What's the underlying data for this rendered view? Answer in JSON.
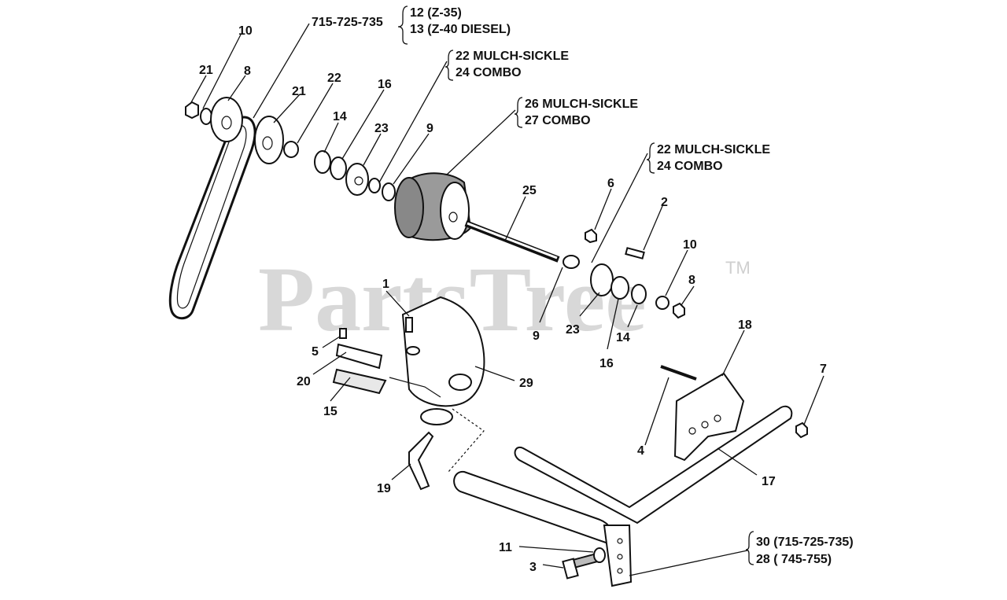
{
  "watermark": {
    "brand": "PartsTree",
    "trademark": "TM"
  },
  "callouts": {
    "c1": {
      "model": "715-725-735",
      "line1": "12 (Z-35)",
      "line2": "13 (Z-40 DIESEL)"
    },
    "c2": {
      "line1": "22 MULCH-SICKLE",
      "line2": "24 COMBO"
    },
    "c3": {
      "line1": "26 MULCH-SICKLE",
      "line2": "27 COMBO"
    },
    "c4": {
      "line1": "22 MULCH-SICKLE",
      "line2": "24 COMBO"
    },
    "c5": {
      "line1": "30 (715-725-735)",
      "line2": "28 ( 745-755)"
    }
  },
  "part_labels": [
    "10",
    "21",
    "8",
    "21",
    "22",
    "14",
    "16",
    "23",
    "9",
    "25",
    "6",
    "2",
    "10",
    "8",
    "1",
    "5",
    "20",
    "15",
    "29",
    "9",
    "23",
    "16",
    "14",
    "18",
    "7",
    "4",
    "17",
    "19",
    "11",
    "3"
  ]
}
